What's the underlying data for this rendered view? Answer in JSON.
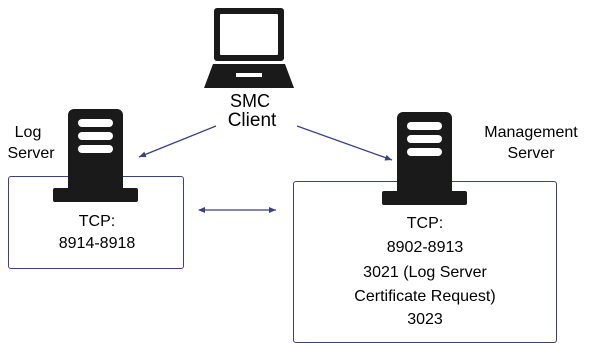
{
  "client": {
    "label_line1": "SMC",
    "label_line2": "Client"
  },
  "log_server": {
    "label_line1": "Log",
    "label_line2": "Server",
    "ports_title": "TCP:",
    "ports": [
      "8914-8918"
    ]
  },
  "management_server": {
    "label_line1": "Management",
    "label_line2": "Server",
    "ports_title": "TCP:",
    "ports": [
      "8902-8913",
      "3021 (Log Server",
      "Certificate Request)",
      "3023"
    ]
  },
  "colors": {
    "connector": "#3a3f86",
    "device": "#1a1a1a",
    "box_border": "#3a3f86"
  },
  "icons": [
    "laptop-icon",
    "server-icon",
    "server-icon"
  ]
}
